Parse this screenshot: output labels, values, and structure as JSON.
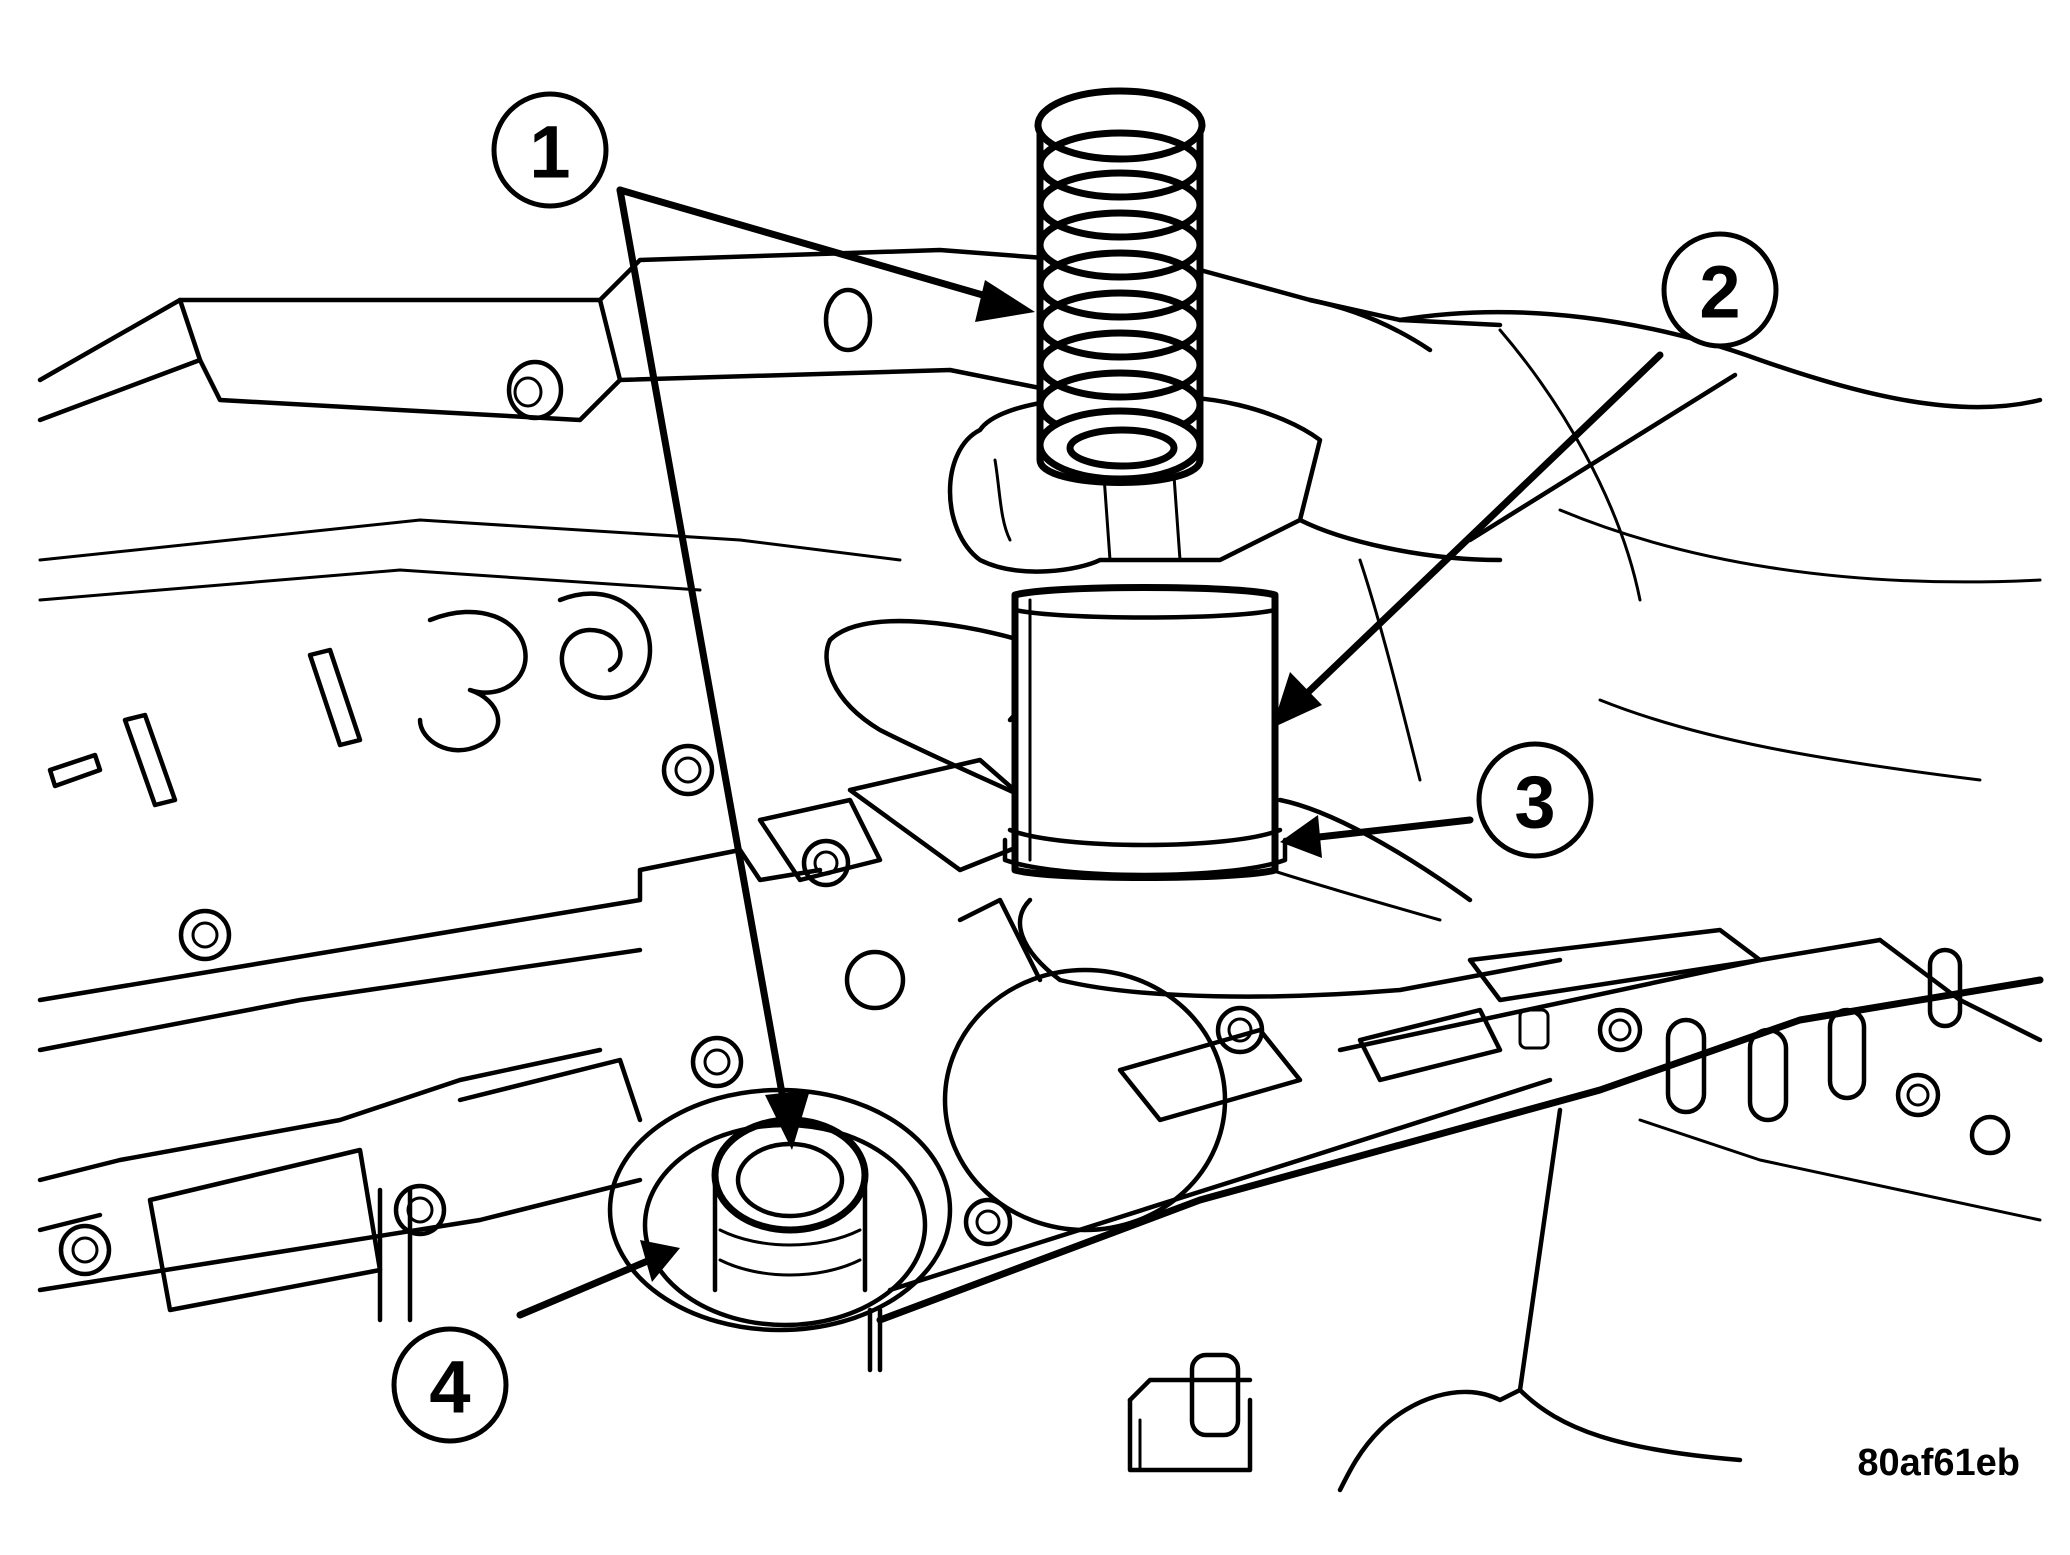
{
  "figure": {
    "id_label": "80af61eb"
  },
  "callouts": [
    {
      "label": "1"
    },
    {
      "label": "2"
    },
    {
      "label": "3"
    },
    {
      "label": "4"
    }
  ],
  "colors": {
    "ink": "#000000",
    "paper": "#ffffff"
  }
}
